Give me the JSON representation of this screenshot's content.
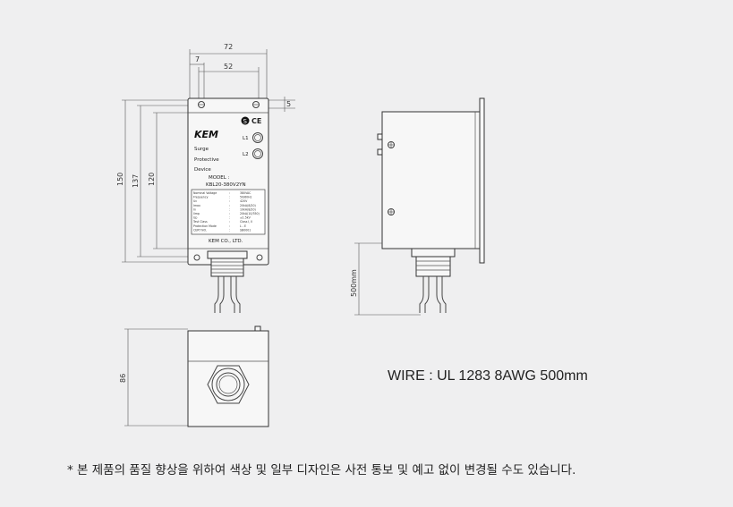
{
  "dimensions": {
    "width_72": "72",
    "offset_7": "7",
    "hole_spacing_52": "52",
    "tab_5": "5",
    "height_150": "150",
    "height_137": "137",
    "height_120": "120",
    "cable_500mm": "500mm",
    "depth_86": "86"
  },
  "label": {
    "brand": "KEM",
    "surge": "Surge",
    "protective": "Protective",
    "device": "Device",
    "model_caption": "MODEL :",
    "model_number": "KBL20-380V2YN",
    "manufacturer": "KEM CO., LTD.",
    "indicator_l1": "L1",
    "indicator_l2": "L2",
    "cert_mark_s": "S",
    "cert_mark_ce": "CE"
  },
  "spec_rows": [
    {
      "name": "Nominal Voltage",
      "value": "380VAC"
    },
    {
      "name": "Frequency",
      "value": "50/60Hz"
    },
    {
      "name": "Uc",
      "value": "420V"
    },
    {
      "name": "Imax",
      "value": "20kA(8/20)"
    },
    {
      "name": "In",
      "value": "10kA(8/20)"
    },
    {
      "name": "Iimp",
      "value": "20kA(10/350)"
    },
    {
      "name": "Up",
      "value": "≤1.5kV"
    },
    {
      "name": "Test Class",
      "value": "Class I, II"
    },
    {
      "name": "Protection Mode",
      "value": "L - E"
    },
    {
      "name": "CERT NO.",
      "value": "SB0001"
    }
  ],
  "wire_spec": "WIRE : UL 1283 8AWG 500mm",
  "notice": "* 본 제품의 품질 향상을 위하여 색상 및 일부 디자인은 사전 통보 및 예고 없이 변경될 수도 있습니다."
}
